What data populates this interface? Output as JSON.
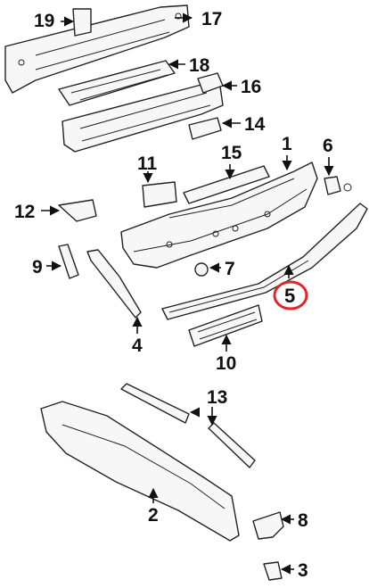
{
  "callouts": {
    "c1": "1",
    "c2": "2",
    "c3": "3",
    "c4": "4",
    "c5": "5",
    "c6": "6",
    "c7": "7",
    "c8": "8",
    "c9": "9",
    "c10": "10",
    "c11": "11",
    "c12": "12",
    "c13": "13",
    "c14": "14",
    "c15": "15",
    "c16": "16",
    "c17": "17",
    "c18": "18",
    "c19": "19"
  },
  "highlight": {
    "callout": "5",
    "circle_color": "#e3242b"
  },
  "colors": {
    "line": "#111111",
    "part_fill": "#f7f7f7"
  }
}
